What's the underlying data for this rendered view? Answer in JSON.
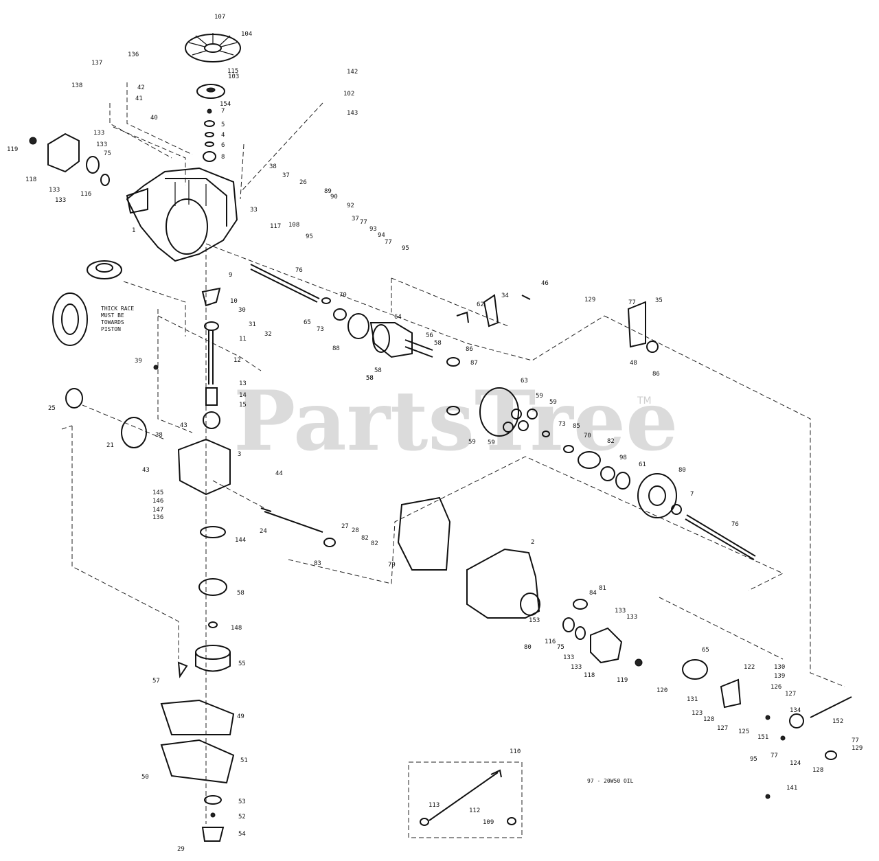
{
  "watermark": {
    "text": "PartsTree",
    "trademark": "TM"
  },
  "notes": {
    "thick_race": [
      "THICK RACE",
      "MUST BE",
      "TOWARDS",
      "PISTON"
    ],
    "oil": "97 - 20W50 OIL"
  },
  "callouts": [
    "107",
    "104",
    "136",
    "137",
    "115",
    "103",
    "142",
    "138",
    "42",
    "154",
    "102",
    "41",
    "7",
    "40",
    "143",
    "5",
    "4",
    "6",
    "8",
    "133",
    "133",
    "119",
    "75",
    "118",
    "133",
    "133",
    "116",
    "38",
    "37",
    "26",
    "89",
    "90",
    "92",
    "33",
    "117",
    "37",
    "108",
    "77",
    "93",
    "95",
    "94",
    "77",
    "95",
    "1",
    "76",
    "9",
    "70",
    "10",
    "30",
    "65",
    "73",
    "31",
    "88",
    "11",
    "32",
    "64",
    "56",
    "58",
    "12",
    "58",
    "86",
    "87",
    "39",
    "58",
    "58",
    "13",
    "14",
    "15",
    "63",
    "59",
    "59",
    "25",
    "43",
    "59",
    "73",
    "85",
    "59",
    "21",
    "38",
    "70",
    "3",
    "82",
    "98",
    "61",
    "43",
    "44",
    "80",
    "145",
    "146",
    "147",
    "7",
    "136",
    "76",
    "27",
    "28",
    "24",
    "82",
    "82",
    "83",
    "144",
    "79",
    "2",
    "58",
    "81",
    "84",
    "148",
    "153",
    "133",
    "133",
    "80",
    "116",
    "75",
    "55",
    "133",
    "133",
    "118",
    "119",
    "65",
    "122",
    "130",
    "139",
    "126",
    "127",
    "57",
    "120",
    "131",
    "123",
    "128",
    "127",
    "125",
    "151",
    "134",
    "49",
    "95",
    "77",
    "124",
    "152",
    "128",
    "77",
    "129",
    "51",
    "110",
    "50",
    "53",
    "113",
    "112",
    "141",
    "52",
    "109",
    "54",
    "29",
    "62",
    "34",
    "46",
    "129",
    "77",
    "35",
    "48",
    "86"
  ]
}
